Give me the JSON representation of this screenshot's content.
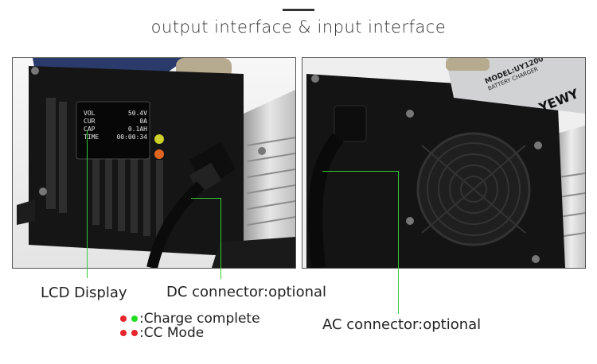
{
  "header": {
    "title": "output interface & input interface"
  },
  "left_photo": {
    "display_lines": [
      {
        "key": "VOL",
        "val": "50.4V"
      },
      {
        "key": "CUR",
        "val": "0A"
      },
      {
        "key": "CAP",
        "val": "0.1AH"
      },
      {
        "key": "TIME",
        "val": "00:00:34"
      }
    ]
  },
  "right_photo": {
    "model_text": "MODEL:UY1200",
    "sub_text": "BATTERY CHARGER",
    "brand_text": "YEWY"
  },
  "callouts": {
    "lcd": "LCD Display",
    "dc": "DC connector:optional",
    "ac": "AC connector:optional"
  },
  "legend": {
    "charge_complete": ":Charge complete",
    "cc_mode": ":CC Mode"
  },
  "colors": {
    "line": "#33cc33",
    "red": "#e8242c",
    "green": "#22dd22"
  }
}
